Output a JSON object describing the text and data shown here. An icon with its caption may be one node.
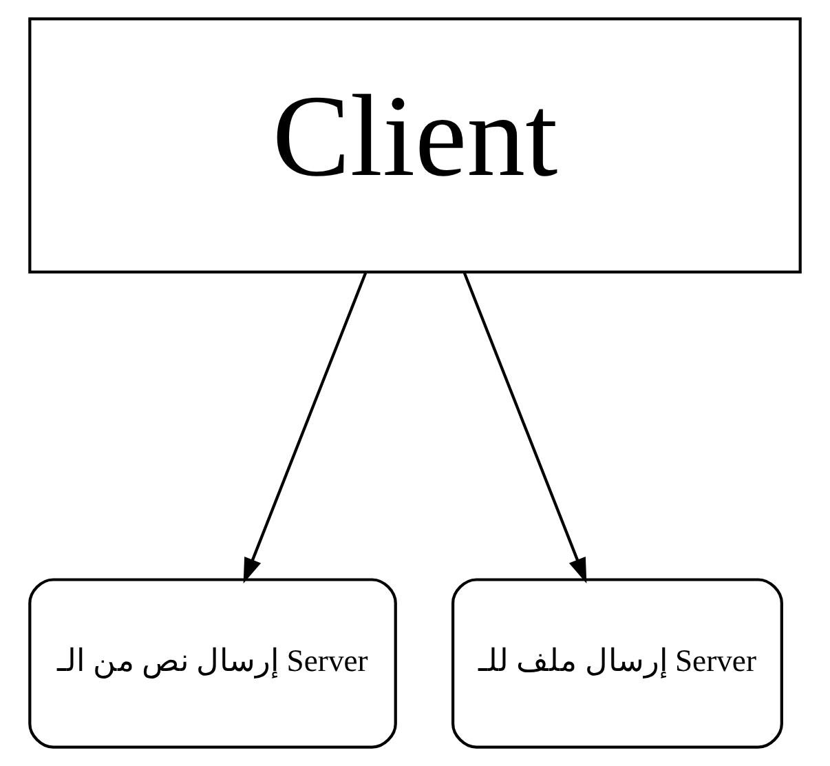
{
  "diagram": {
    "nodes": [
      {
        "text": [
          "Client"
        ]
      },
      {
        "text": [
          "إرسال نص من الـ Server"
        ]
      },
      {
        "text": [
          "إرسال ملف للـ Server"
        ]
      }
    ],
    "edges": [
      {
        "from": 0,
        "to": 1,
        "arrow": "to"
      },
      {
        "from": 0,
        "to": 2,
        "arrow": "to"
      }
    ]
  }
}
